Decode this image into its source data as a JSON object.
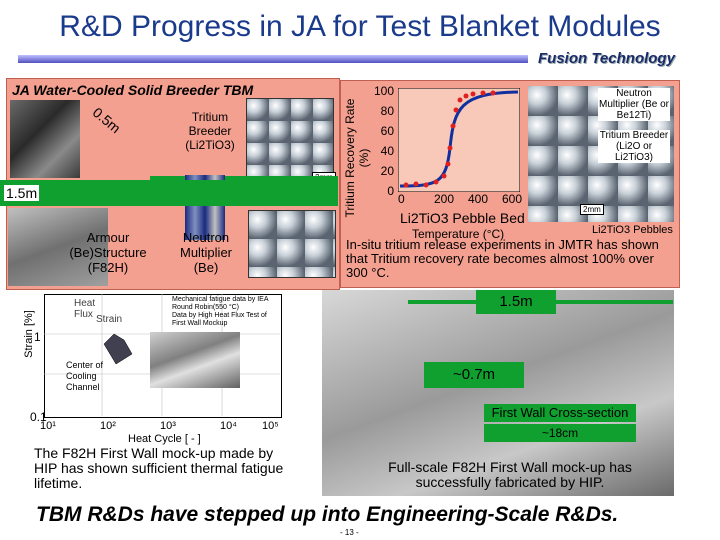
{
  "title": "R&D Progress in JA for Test Blanket Modules",
  "brand": "Fusion Technology",
  "tbm": {
    "title": "JA Water-Cooled Solid Breeder TBM",
    "dim_05": "0.5m",
    "dim_15": "1.5m",
    "tritium_breeder": "Tritium Breeder (Li2TiO3)",
    "scale_2mm": "2mm",
    "armour": "Armour (Be)Structure (F82H)",
    "neutron_multiplier": "Neutron Multiplier (Be)"
  },
  "recovery": {
    "y_axis_label": "Tritium Recovery Rate (%)",
    "x_axis_label": "Temperature (°C)",
    "y_ticks": [
      "100",
      "80",
      "60",
      "40",
      "20",
      "0"
    ],
    "x_ticks": [
      "0",
      "200",
      "400",
      "600"
    ],
    "pebble_label": "Li2TiO3 Pebble Bed",
    "neutron_multiplier": "Neutron Multiplier (Be or Be12Ti)",
    "tritium_breeder": "Tritium Breeder (Li2O or Li2TiO3)",
    "pebbles_caption": "Li2TiO3 Pebbles",
    "scale": "2mm",
    "summary": "In-situ tritium release experiments in JMTR has shown that Tritium recovery rate becomes almost 100% over 300 °C."
  },
  "fatigue": {
    "y_axis_label": "Strain [%]",
    "x_axis_label": "Heat Cycle [ - ]",
    "y_ticks": [
      "1",
      "0.1"
    ],
    "x_ticks": [
      "10¹",
      "10²",
      "10³",
      "10⁴",
      "10⁵"
    ],
    "heat_flux": "Heat Flux",
    "strain": "Strain",
    "center_label": "Center of Cooling Channel",
    "legend_1": "Mechanical fatigue data by IEA Round Robin(550 °C)",
    "legend_2": "Data by High Heat Flux Test of First Wall Mockup",
    "summary": "The F82H First Wall mock-up made by HIP has shown sufficient thermal fatigue lifetime."
  },
  "mockup": {
    "dim_15": "1.5m",
    "dim_07": "~0.7m",
    "cross_section": "First Wall Cross-section",
    "dim_18": "~18cm",
    "summary": "Full-scale F82H First Wall mock-up has successfully fabricated by HIP."
  },
  "banner": "TBM R&Ds have stepped up into Engineering-Scale R&Ds.",
  "page_number": "- 13 -",
  "colors": {
    "title": "#1a3a8c",
    "panel": "#f4a090",
    "green": "#10a030",
    "data_red": "#e02020"
  }
}
